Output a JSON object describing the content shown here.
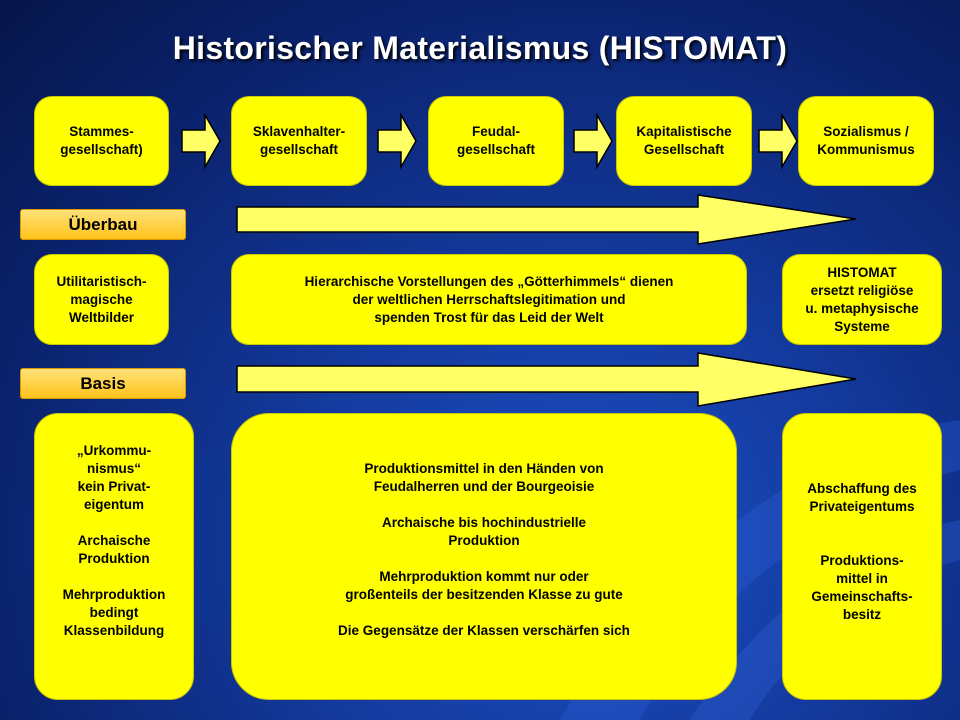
{
  "title": "Historischer Materialismus (HISTOMAT)",
  "stages": [
    "Stammes-\ngesellschaft)",
    "Sklavenhalter-\ngesellschaft",
    "Feudal-\ngesellschaft",
    "Kapitalistische\nGesellschaft",
    "Sozialismus /\nKommunismus"
  ],
  "labels": {
    "ueberbau": "Überbau",
    "basis": "Basis"
  },
  "ueberbau": {
    "left": "Utilitaristisch-\nmagische\nWeltbilder",
    "middle": "Hierarchische Vorstellungen des „Götterhimmels“ dienen\nder weltlichen Herrschaftslegitimation und\nspenden Trost für das Leid der Welt",
    "right": "HISTOMAT\nersetzt religiöse\nu. metaphysische\nSysteme"
  },
  "basis": {
    "left": [
      "„Urkommu-\nnismus“\nkein Privat-\neigentum",
      "Archaische\nProduktion",
      "Mehrproduktion\nbedingt\nKlassenbildung"
    ],
    "middle": [
      "Produktionsmittel in den Händen von\nFeudalherren und der Bourgeoisie",
      "Archaische bis hochindustrielle\nProduktion",
      "Mehrproduktion kommt nur oder\ngroßenteils der besitzenden Klasse zu gute",
      "Die Gegensätze der Klassen verschärfen sich"
    ],
    "right": [
      "Abschaffung des\nPrivateigentums",
      "Produktions-\nmittel in\nGemeinschafts-\nbesitz"
    ]
  },
  "colors": {
    "box": "#ffff00",
    "arrow": "#ffff66",
    "label": "#ffc21a",
    "background": "#133a9e"
  }
}
